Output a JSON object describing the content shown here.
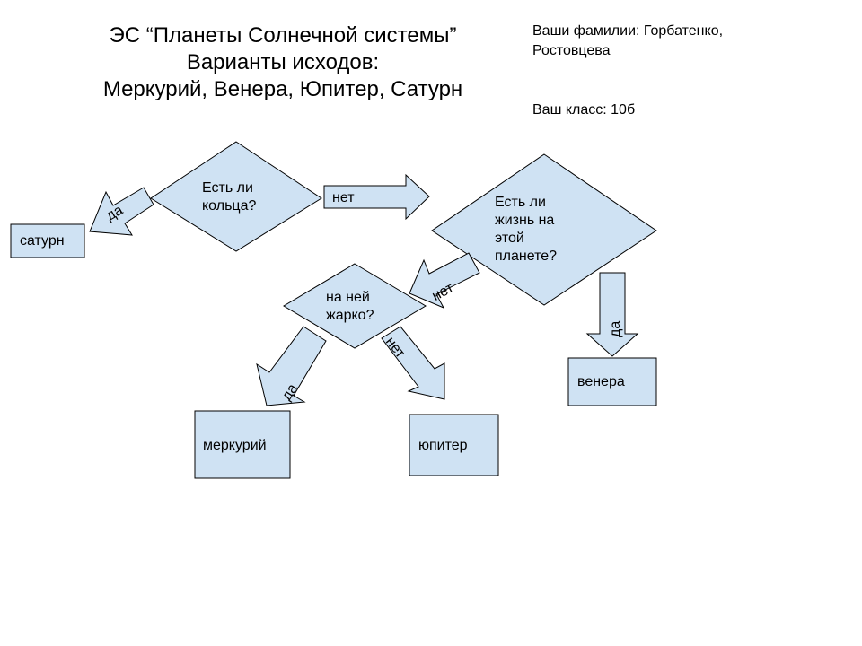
{
  "title": {
    "line1": "ЭС “Планеты Солнечной системы”",
    "line2": "Варианты исходов:",
    "line3": "Меркурий, Венера, Юпитер, Сатурн"
  },
  "info": {
    "surnames_line1": "Ваши фамилии: Горбатенко,",
    "surnames_line2": "Ростовцева",
    "class_label": "Ваш класс: 10б"
  },
  "decisions": {
    "rings": {
      "line1": "Есть ли",
      "line2": "кольца?"
    },
    "life": {
      "line1": "Есть ли",
      "line2": "жизнь на",
      "line3": "этой",
      "line4": "планете?"
    },
    "hot": {
      "line1": "на ней",
      "line2": "жарко?"
    }
  },
  "outcomes": {
    "saturn": "сатурн",
    "venus": "венера",
    "mercury": "меркурий",
    "jupiter": "юпитер"
  },
  "arrows": {
    "rings_yes": "да",
    "rings_no": "нет",
    "life_no": "нет",
    "life_yes": "да",
    "hot_yes": "да",
    "hot_no": "нет"
  },
  "colors": {
    "shape_fill": "#cfe2f3",
    "stroke": "#000000"
  }
}
